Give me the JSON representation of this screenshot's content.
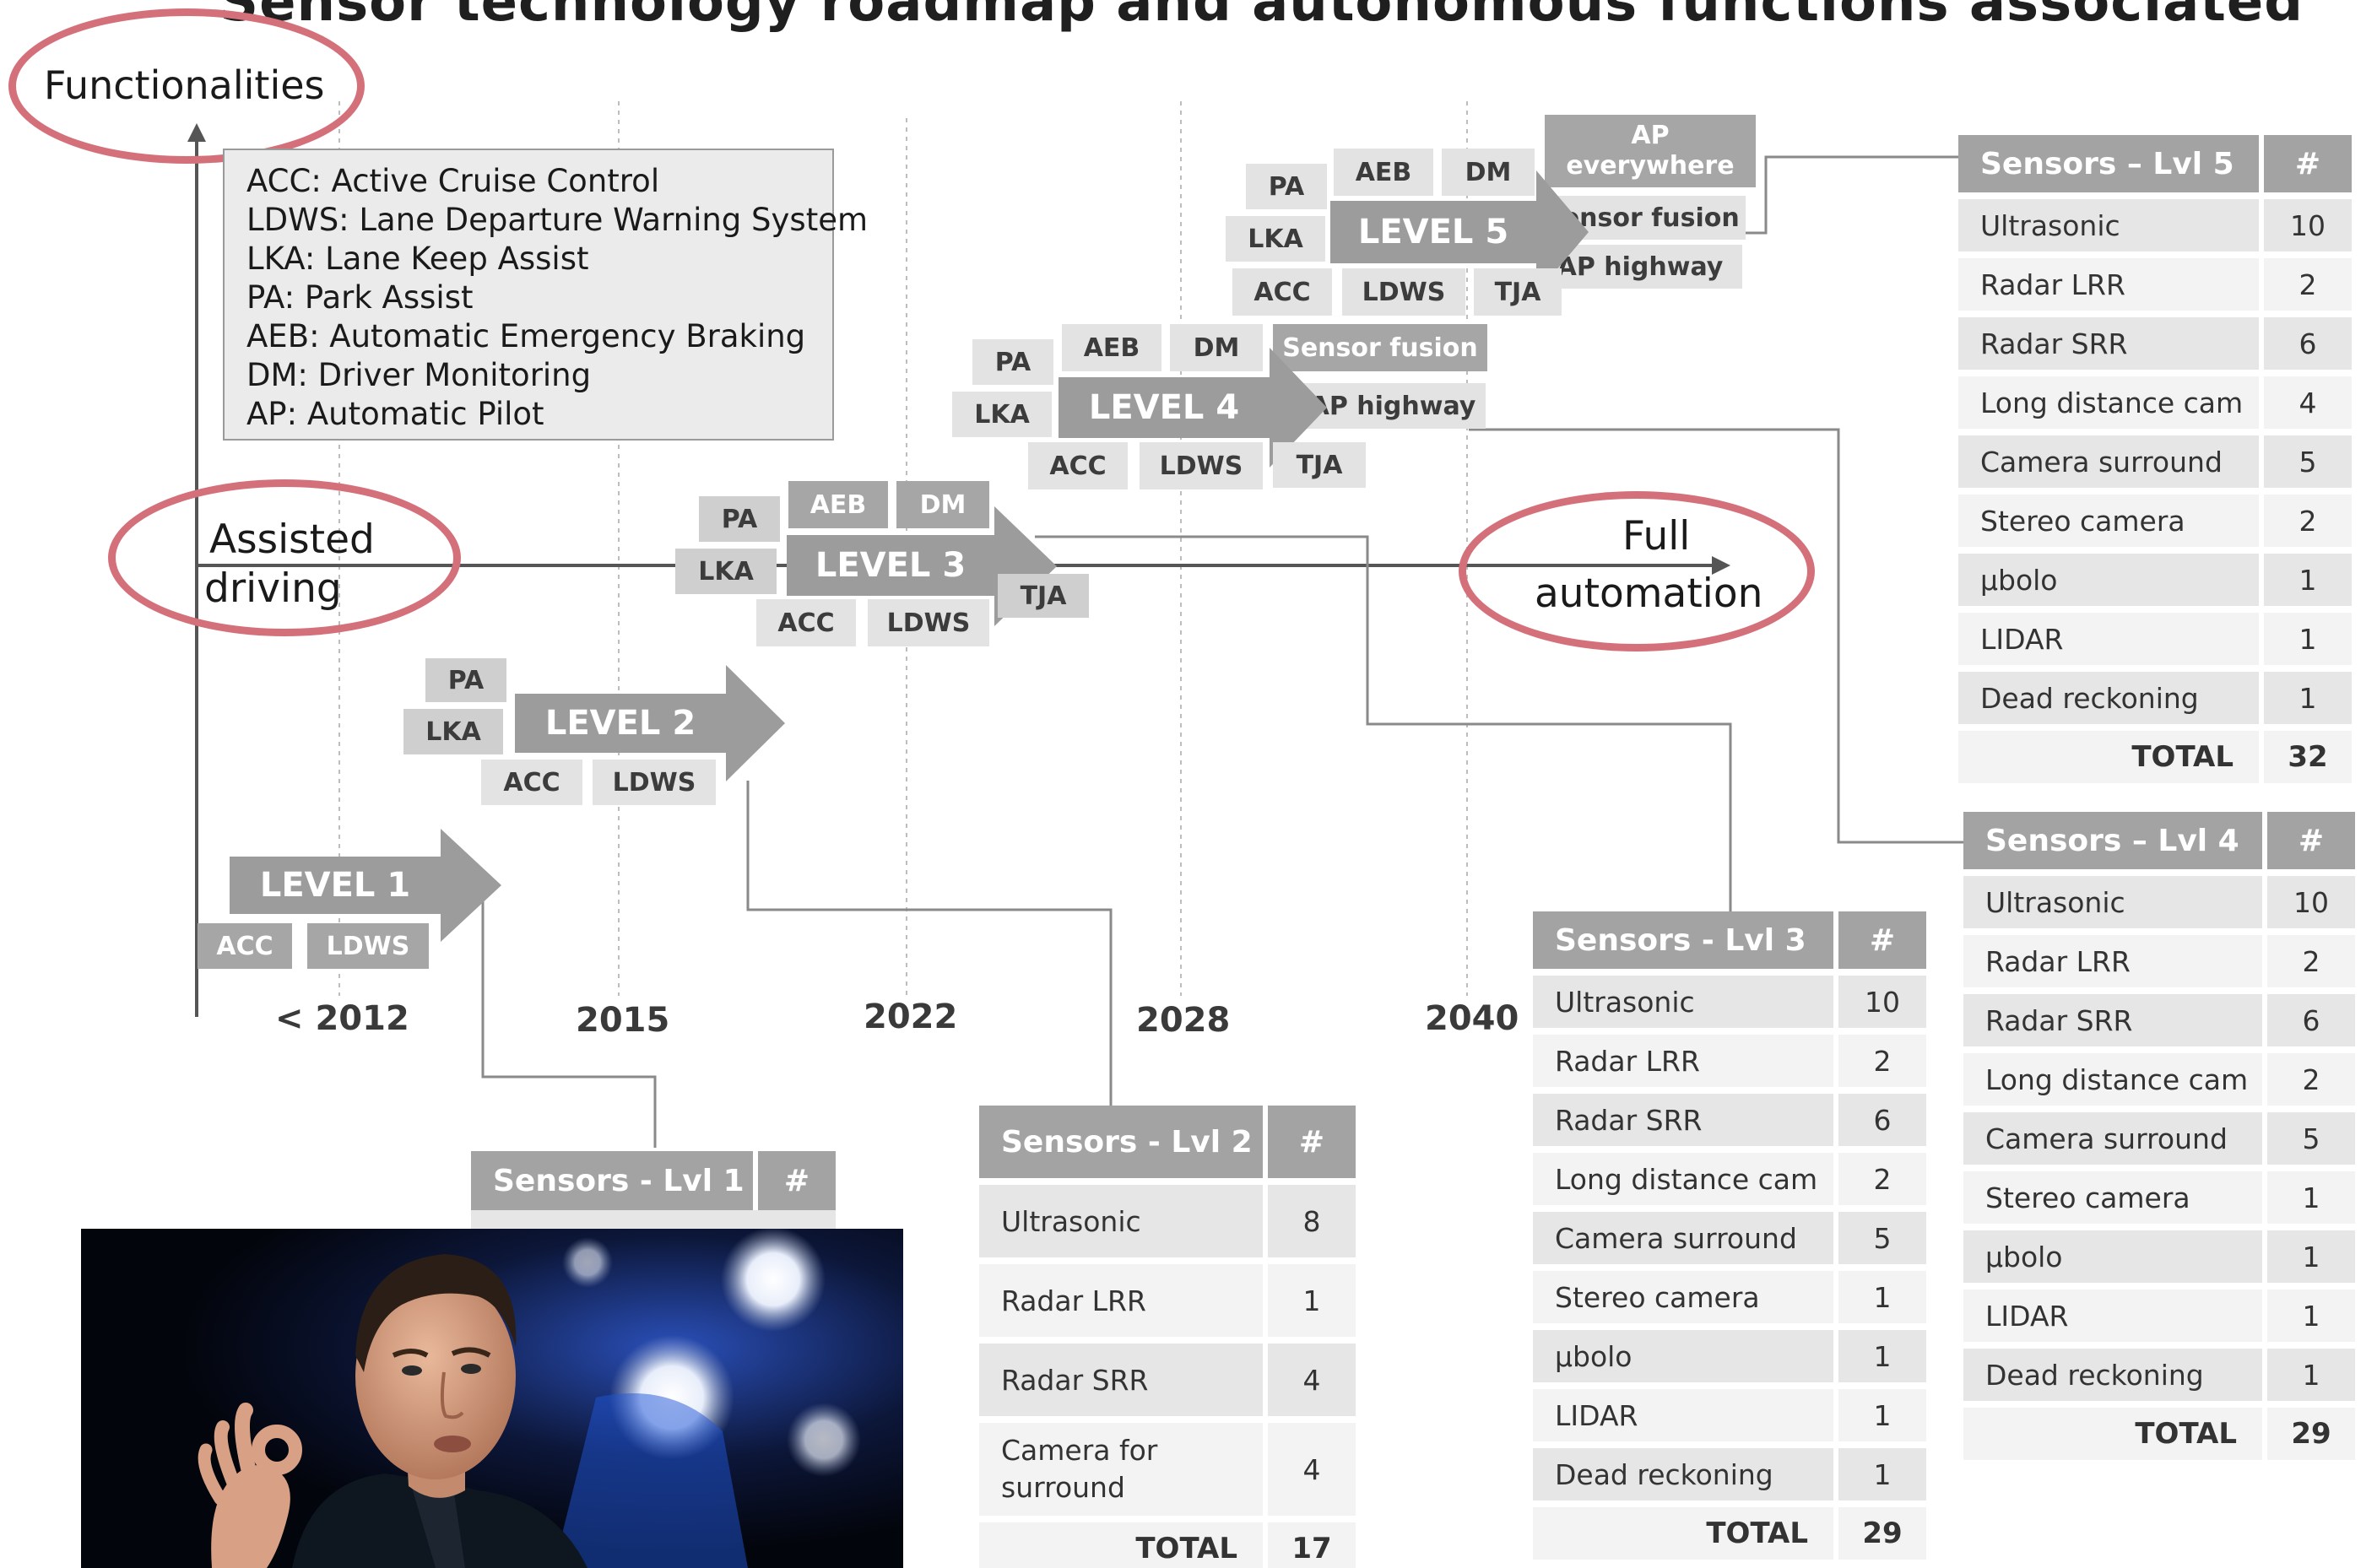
{
  "title": "Sensor technology roadmap and autonomous functions associated",
  "axes": {
    "y_label": "Functionalities",
    "x_start_label": "Assisted driving",
    "x_start_line1": "Assisted",
    "x_start_line2": "driving",
    "x_end_line1": "Full",
    "x_end_line2": "automation"
  },
  "legend": [
    "ACC: Active Cruise Control",
    "LDWS: Lane Departure Warning System",
    "LKA: Lane Keep Assist",
    "PA: Park Assist",
    "AEB: Automatic Emergency Braking",
    "DM: Driver Monitoring",
    "AP: Automatic Pilot"
  ],
  "years": [
    "< 2012",
    "2015",
    "2022",
    "2028",
    "2040"
  ],
  "levels": {
    "l1": {
      "label": "LEVEL 1",
      "chips": [
        "ACC",
        "LDWS"
      ]
    },
    "l2": {
      "label": "LEVEL 2",
      "chips": [
        "PA",
        "LKA",
        "ACC",
        "LDWS"
      ]
    },
    "l3": {
      "label": "LEVEL 3",
      "chips": [
        "PA",
        "AEB",
        "DM",
        "LKA",
        "ACC",
        "LDWS",
        "TJA"
      ]
    },
    "l4": {
      "label": "LEVEL 4",
      "chips": [
        "PA",
        "AEB",
        "DM",
        "Sensor fusion",
        "LKA",
        "AP highway",
        "ACC",
        "LDWS",
        "TJA"
      ]
    },
    "l5": {
      "label": "LEVEL 5",
      "chips": [
        "PA",
        "AEB",
        "DM",
        "AP everywhere",
        "LKA",
        "Sensor fusion",
        "AP highway",
        "ACC",
        "LDWS",
        "TJA"
      ],
      "ap_line1": "AP",
      "ap_line2": "everywhere"
    }
  },
  "tables": {
    "lvl1": {
      "title": "Sensors - Lvl 1",
      "count_header": "#"
    },
    "lvl2": {
      "title": "Sensors - Lvl 2",
      "count_header": "#",
      "rows": [
        [
          "Ultrasonic",
          "8"
        ],
        [
          "Radar LRR",
          "1"
        ],
        [
          "Radar SRR",
          "4"
        ],
        [
          "Camera for surround",
          "4"
        ]
      ],
      "cam_line1": "Camera for",
      "cam_line2": "surround",
      "total_label": "TOTAL",
      "total": "17"
    },
    "lvl3": {
      "title": "Sensors - Lvl 3",
      "count_header": "#",
      "rows": [
        [
          "Ultrasonic",
          "10"
        ],
        [
          "Radar LRR",
          "2"
        ],
        [
          "Radar SRR",
          "6"
        ],
        [
          "Long distance cam",
          "2"
        ],
        [
          "Camera surround",
          "5"
        ],
        [
          "Stereo camera",
          "1"
        ],
        [
          "µbolo",
          "1"
        ],
        [
          "LIDAR",
          "1"
        ],
        [
          "Dead reckoning",
          "1"
        ]
      ],
      "total_label": "TOTAL",
      "total": "29"
    },
    "lvl4": {
      "title": "Sensors – Lvl 4",
      "count_header": "#",
      "rows": [
        [
          "Ultrasonic",
          "10"
        ],
        [
          "Radar LRR",
          "2"
        ],
        [
          "Radar SRR",
          "6"
        ],
        [
          "Long distance cam",
          "2"
        ],
        [
          "Camera surround",
          "5"
        ],
        [
          "Stereo camera",
          "1"
        ],
        [
          "µbolo",
          "1"
        ],
        [
          "LIDAR",
          "1"
        ],
        [
          "Dead reckoning",
          "1"
        ]
      ],
      "total_label": "TOTAL",
      "total": "29"
    },
    "lvl5": {
      "title": "Sensors – Lvl 5",
      "count_header": "#",
      "rows": [
        [
          "Ultrasonic",
          "10"
        ],
        [
          "Radar LRR",
          "2"
        ],
        [
          "Radar SRR",
          "6"
        ],
        [
          "Long distance cam",
          "4"
        ],
        [
          "Camera surround",
          "5"
        ],
        [
          "Stereo camera",
          "2"
        ],
        [
          "µbolo",
          "1"
        ],
        [
          "LIDAR",
          "1"
        ],
        [
          "Dead reckoning",
          "1"
        ]
      ],
      "total_label": "TOTAL",
      "total": "32"
    }
  },
  "colors": {
    "highlight": "#d4707a",
    "chip": "#cfcfcf",
    "arrow": "#9c9c9c",
    "table_header": "#a3a3a3"
  },
  "photo": {
    "subject": "person-photo"
  }
}
